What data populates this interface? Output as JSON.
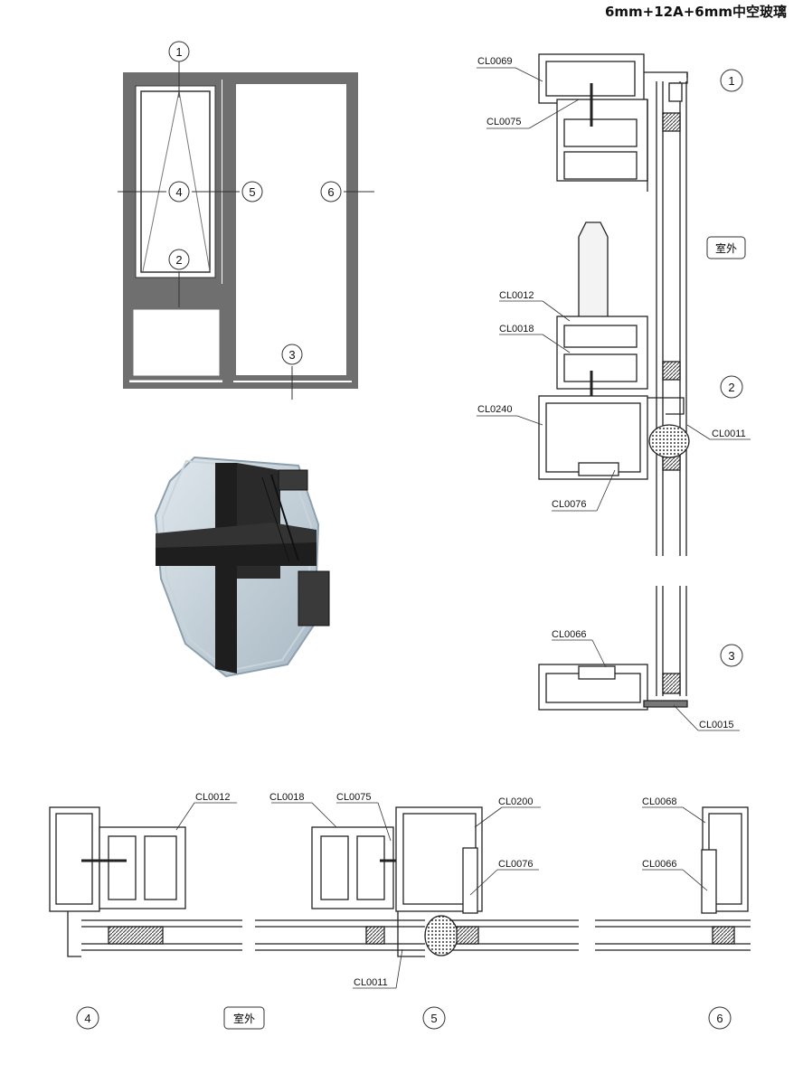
{
  "header": {
    "glass_spec": "6mm+12A+6mm中空玻璃"
  },
  "elevation": {
    "markers": [
      {
        "id": "1",
        "text": "1"
      },
      {
        "id": "2",
        "text": "2"
      },
      {
        "id": "3",
        "text": "3"
      },
      {
        "id": "4",
        "text": "4"
      },
      {
        "id": "5",
        "text": "5"
      },
      {
        "id": "6",
        "text": "6"
      }
    ]
  },
  "vertical_section": {
    "outdoor_label": "室外",
    "markers": [
      "1",
      "2",
      "3"
    ],
    "parts": {
      "cl0069": "CL0069",
      "cl0075": "CL0075",
      "cl0012": "CL0012",
      "cl0018": "CL0018",
      "cl0240": "CL0240",
      "cl0011": "CL0011",
      "cl0076": "CL0076",
      "cl0066": "CL0066",
      "cl0015": "CL0015"
    }
  },
  "horizontal_section": {
    "outdoor_label": "室外",
    "markers": [
      "4",
      "5",
      "6"
    ],
    "parts": {
      "cl0012": "CL0012",
      "cl0018": "CL0018",
      "cl0075": "CL0075",
      "cl0200": "CL0200",
      "cl0076": "CL0076",
      "cl0068": "CL0068",
      "cl0066": "CL0066",
      "cl0011": "CL0011"
    }
  },
  "colors": {
    "frame": "#6f6f6f",
    "line": "#222222",
    "glass": "#b8c6cf",
    "dark": "#1e1e1e"
  },
  "icons": [
    "circled-number-marker",
    "profile-section-drawing",
    "curtain-wall-3d-render"
  ]
}
